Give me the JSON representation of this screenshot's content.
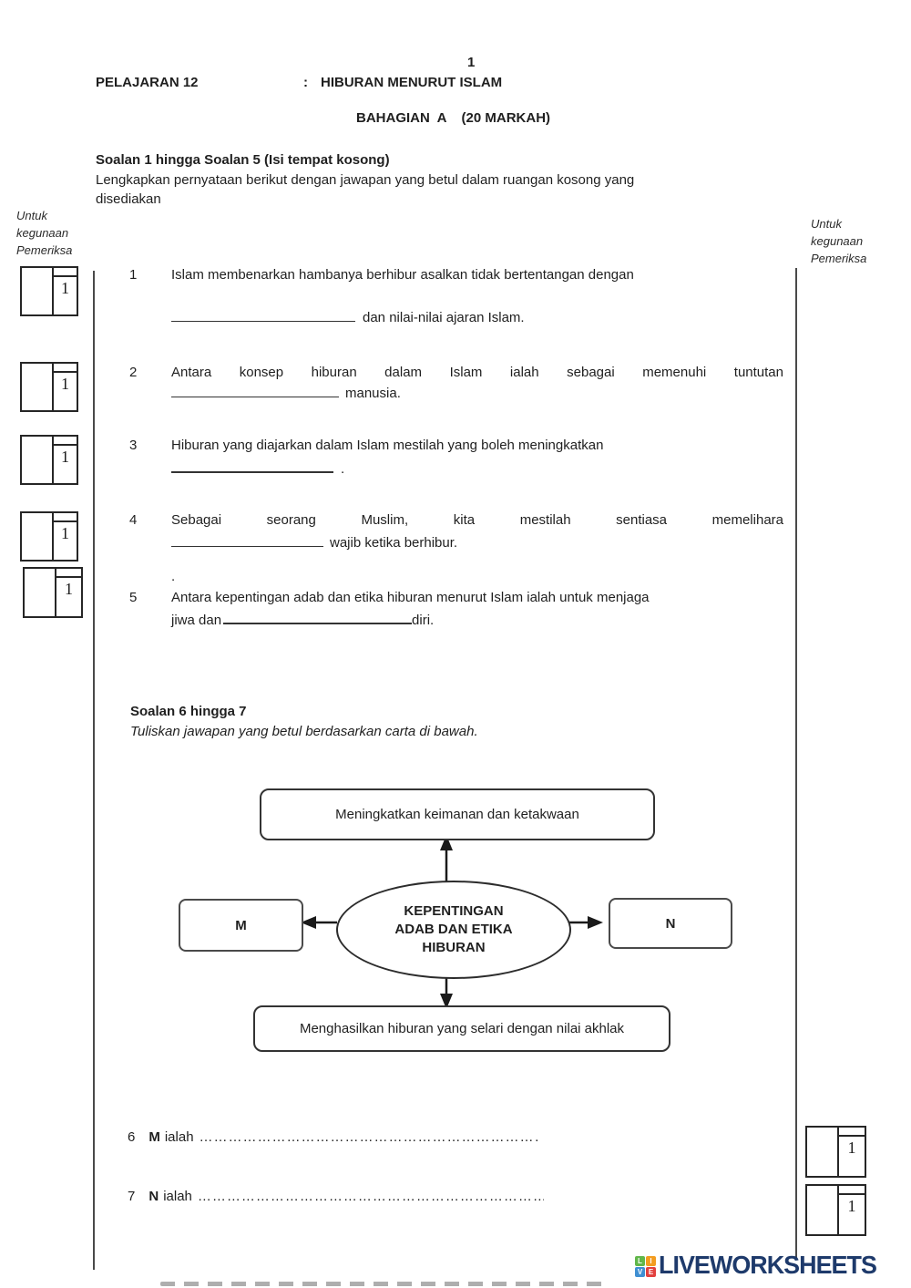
{
  "header": {
    "page_number": "1",
    "lesson": "PELAJARAN 12",
    "separator": ":",
    "title": "HIBURAN MENURUT ISLAM",
    "section": "BAHAGIAN  A    (20 MARKAH)"
  },
  "section_a": {
    "heading": "Soalan 1 hingga Soalan 5 (Isi tempat kosong)",
    "instruction_line1": "Lengkapkan pernyataan berikut dengan jawapan yang betul dalam ruangan kosong yang",
    "instruction_line2": "disediakan"
  },
  "examiner": {
    "line1": "Untuk",
    "line2": "kegunaan",
    "line3": "Pemeriksa"
  },
  "marks": {
    "value": "1"
  },
  "questions": {
    "q1": {
      "num": "1",
      "line1": "Islam membenarkan hambanya berhibur asalkan tidak bertentangan dengan",
      "line2_after": "dan nilai-nilai ajaran Islam."
    },
    "q2": {
      "num": "2",
      "line1": "Antara konsep hiburan dalam Islam ialah sebagai memenuhi tuntutan",
      "line2_after": "manusia."
    },
    "q3": {
      "num": "3",
      "line1": "Hiburan yang diajarkan dalam Islam mestilah yang boleh  meningkatkan",
      "line2_after": "."
    },
    "q4": {
      "num": "4",
      "line1": "Sebagai seorang Muslim, kita mestilah sentiasa memelihara",
      "line2_after": "wajib ketika berhibur."
    },
    "stray_dot": ".",
    "q5": {
      "num": "5",
      "line1": "Antara kepentingan adab dan etika hiburan menurut Islam ialah untuk menjaga",
      "line2_before": "jiwa dan",
      "line2_after": "diri."
    }
  },
  "section_b": {
    "heading": "Soalan 6 hingga 7",
    "instruction": "Tuliskan jawapan yang betul berdasarkan carta di bawah."
  },
  "diagram": {
    "top_box": "Meningkatkan keimanan dan ketakwaan",
    "center_line1": "KEPENTINGAN",
    "center_line2": "ADAB DAN ETIKA",
    "center_line3": "HIBURAN",
    "left_box": "M",
    "right_box": "N",
    "bottom_box": "Menghasilkan hiburan yang selari dengan nilai akhlak"
  },
  "q6": {
    "num": "6",
    "label": "M",
    "ialah": "ialah",
    "dots": "……………………………………………………………………………"
  },
  "q7": {
    "num": "7",
    "label": "N",
    "ialah": "ialah",
    "dots": "……………………………………………………………………………"
  },
  "footer": {
    "brand": "LIVEWORKSHEETS",
    "brand_color": "#1e3a6b",
    "logo": {
      "l": "L",
      "i": "I",
      "v": "V",
      "e": "E",
      "l_color": "#61b74a",
      "i_color": "#f39c1f",
      "v_color": "#3f8fd2",
      "e_color": "#e2403e"
    }
  }
}
